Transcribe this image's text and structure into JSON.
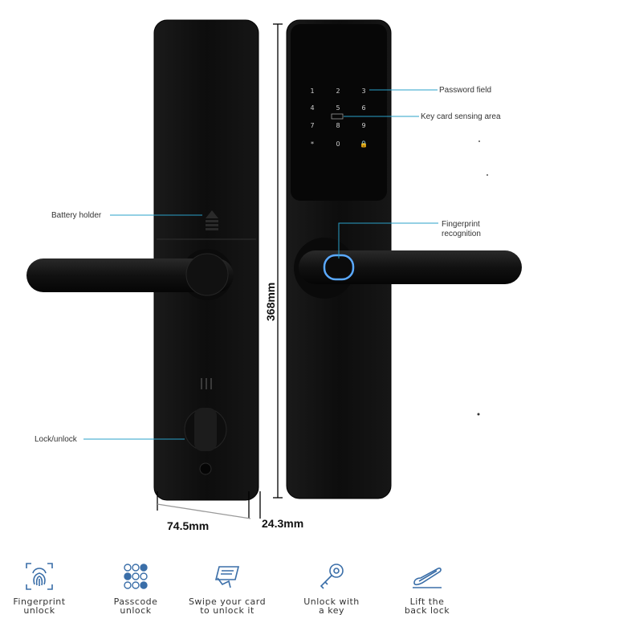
{
  "callouts": {
    "battery_holder": "Battery holder",
    "lock_unlock": "Lock/unlock",
    "password_field": "Password field",
    "key_card_area": "Key card sensing area",
    "fingerprint_line1": "Fingerprint",
    "fingerprint_line2": "recognition"
  },
  "dimensions": {
    "height": "368mm",
    "width": "74.5mm",
    "depth": "24.3mm"
  },
  "keypad": {
    "keys": [
      "1",
      "2",
      "3",
      "4",
      "5",
      "6",
      "7",
      "8",
      "9",
      "*",
      "0",
      "🔒"
    ]
  },
  "features": [
    {
      "icon": "fingerprint-icon",
      "label": "Fingerprint\nunlock"
    },
    {
      "icon": "passcode-icon",
      "label": "Passcode\nunlock"
    },
    {
      "icon": "card-swipe-icon",
      "label": "Swipe your card\nto unlock it"
    },
    {
      "icon": "key-icon",
      "label": "Unlock with\na key"
    },
    {
      "icon": "lift-handle-icon",
      "label": "Lift the\nback lock"
    }
  ],
  "colors": {
    "body": "#111111",
    "callout_line": "#2aa0c8",
    "fingerprint_ring": "#5aa9ff",
    "icon_stroke": "#3a6ea8"
  }
}
